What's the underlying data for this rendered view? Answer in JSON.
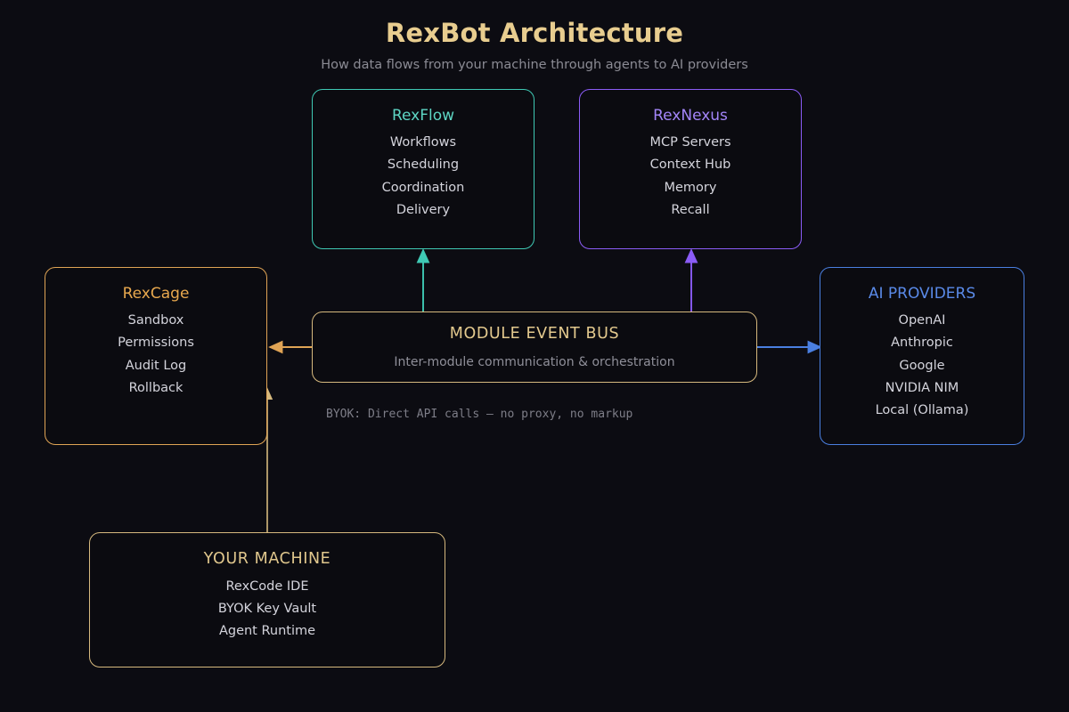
{
  "header": {
    "title": "RexBot Architecture",
    "subtitle": "How data flows from your machine through agents to AI providers"
  },
  "colors": {
    "background": "#0c0c12",
    "title": "#e8cd8f",
    "subtitle": "#8b8b94",
    "teal": "#3fc9b4",
    "purple": "#8b5cf6",
    "orange": "#e0a455",
    "blue": "#4a7fe0",
    "gold": "#d6b97e",
    "item_text": "#d4d4dc"
  },
  "nodes": {
    "rexflow": {
      "title": "RexFlow",
      "items": [
        "Workflows",
        "Scheduling",
        "Coordination",
        "Delivery"
      ]
    },
    "rexnexus": {
      "title": "RexNexus",
      "items": [
        "MCP Servers",
        "Context Hub",
        "Memory",
        "Recall"
      ]
    },
    "rexcage": {
      "title": "RexCage",
      "items": [
        "Sandbox",
        "Permissions",
        "Audit Log",
        "Rollback"
      ]
    },
    "ai_providers": {
      "title": "AI PROVIDERS",
      "items": [
        "OpenAI",
        "Anthropic",
        "Google",
        "NVIDIA NIM",
        "Local (Ollama)"
      ]
    },
    "event_bus": {
      "title": "MODULE EVENT BUS",
      "subtitle": "Inter-module communication & orchestration"
    },
    "your_machine": {
      "title": "YOUR MACHINE",
      "items": [
        "RexCode IDE",
        "BYOK Key Vault",
        "Agent Runtime"
      ]
    }
  },
  "notes": {
    "byok": "BYOK: Direct API calls — no proxy, no markup"
  },
  "edges": [
    {
      "name": "bus-to-rexflow",
      "color": "#3fc9b4",
      "direction": "up"
    },
    {
      "name": "bus-to-rexnexus",
      "color": "#8b5cf6",
      "direction": "up"
    },
    {
      "name": "bus-to-rexcage",
      "color": "#e0a455",
      "direction": "left"
    },
    {
      "name": "bus-to-ai-providers",
      "color": "#4a7fe0",
      "direction": "right"
    },
    {
      "name": "your-machine-to-rexcage",
      "color": "#d6b97e",
      "direction": "up"
    }
  ]
}
